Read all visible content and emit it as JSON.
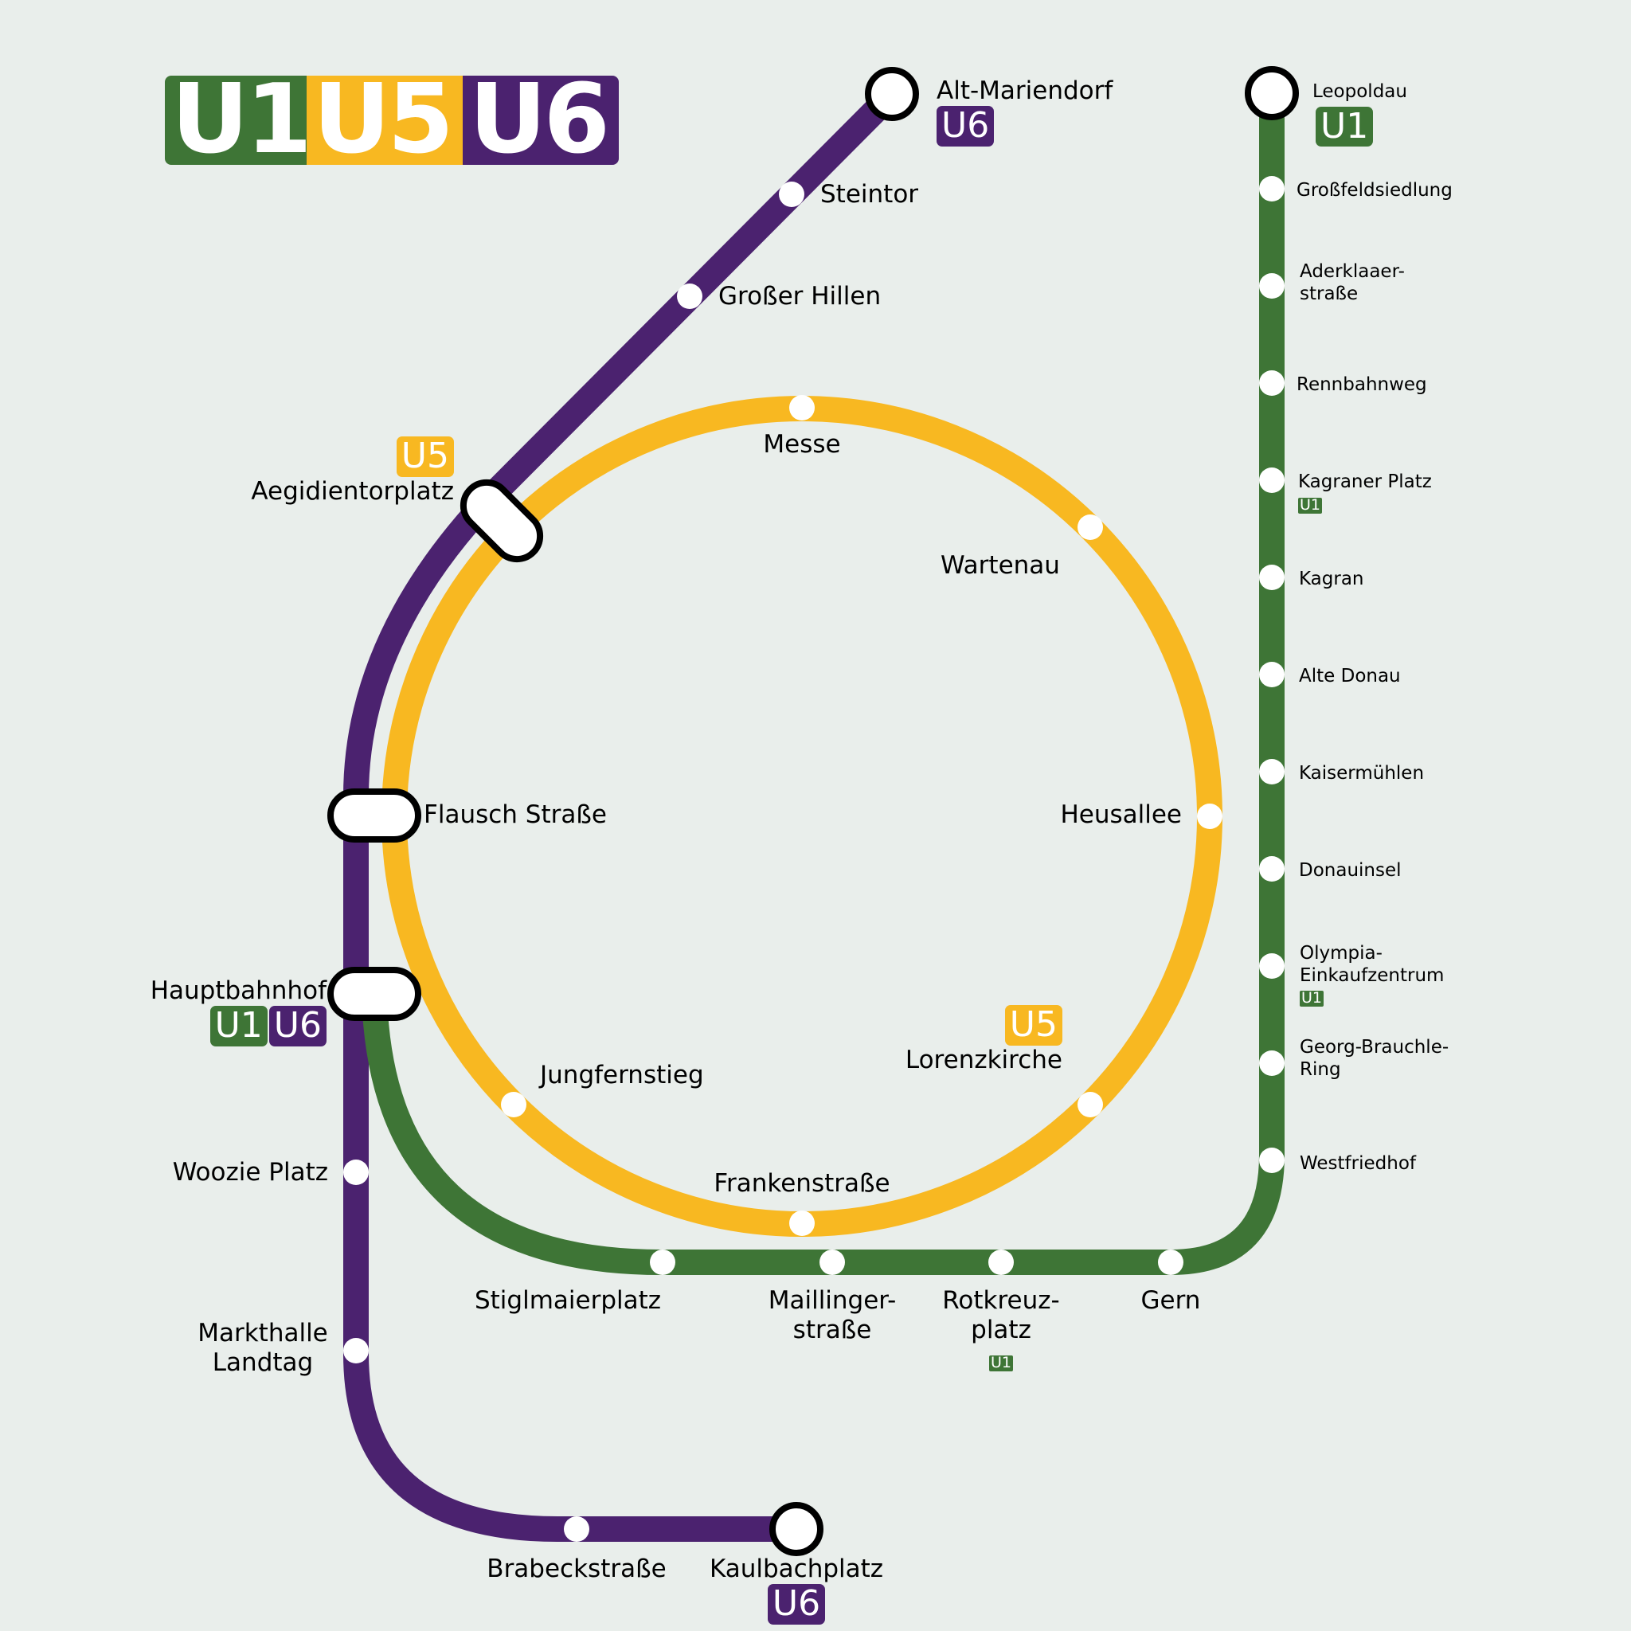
{
  "colors": {
    "U1": "#3e7536",
    "U5": "#f8b821",
    "U6": "#4b226f",
    "background": "#e9eeeb"
  },
  "legend": {
    "U1": "U1",
    "U5": "U5",
    "U6": "U6"
  },
  "lines": {
    "U6": {
      "name": "U6",
      "stations": {
        "alt_mariendorf": "Alt-Mariendorf",
        "steintor": "Steintor",
        "grosser_hillen": "Großer Hillen",
        "aegidientorplatz": "Aegidientorplatz",
        "flausch_strasse": "Flausch Straße",
        "hauptbahnhof": "Hauptbahnhof",
        "woozie_platz": "Woozie Platz",
        "markthalle_1": "Markthalle",
        "markthalle_2": "Landtag",
        "brabeckstrasse": "Brabeckstraße",
        "kaulbachplatz": "Kaulbachplatz"
      }
    },
    "U5": {
      "name": "U5",
      "stations": {
        "messe": "Messe",
        "wartenau": "Wartenau",
        "heusallee": "Heusallee",
        "lorenzkirche": "Lorenzkirche",
        "frankenstrasse": "Frankenstraße",
        "jungfernstieg": "Jungfernstieg"
      }
    },
    "U1": {
      "name": "U1",
      "stations": {
        "leopoldau": "Leopoldau",
        "grossfeldsiedlung": "Großfeldsiedlung",
        "aderklaaer_1": "Aderklaaer-",
        "aderklaaer_2": "straße",
        "rennbahnweg": "Rennbahnweg",
        "kagraner_platz": "Kagraner Platz",
        "kagran": "Kagran",
        "alte_donau": "Alte Donau",
        "kaisermuehlen": "Kaisermühlen",
        "donauinsel": "Donauinsel",
        "olympia_1": "Olympia-",
        "olympia_2": "Einkaufzentrum",
        "georg_1": "Georg-Brauchle-",
        "georg_2": "Ring",
        "westfriedhof": "Westfriedhof",
        "gern": "Gern",
        "rotkreuz_1": "Rotkreuz-",
        "rotkreuz_2": "platz",
        "maillinger_1": "Maillinger-",
        "maillinger_2": "straße",
        "stiglmaierplatz": "Stiglmaierplatz"
      }
    }
  }
}
